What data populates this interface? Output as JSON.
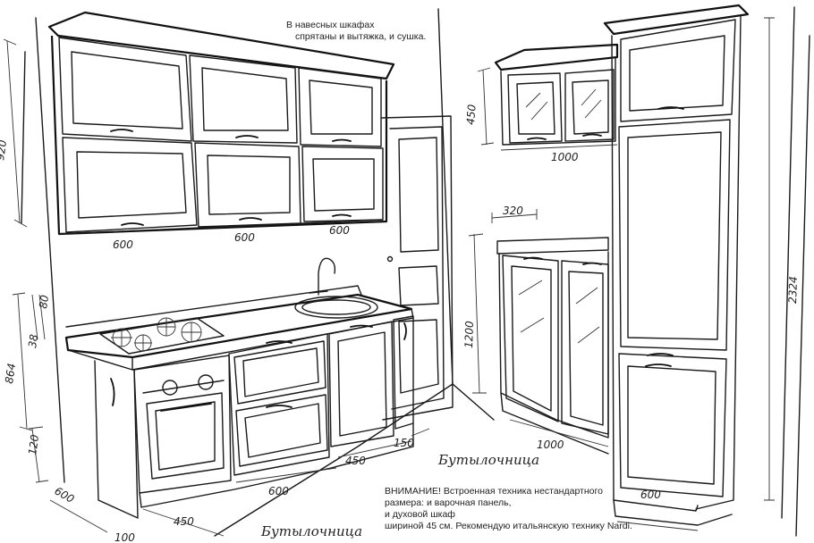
{
  "note_top": {
    "line1": "В навесных шкафах",
    "line2": "спрятаны и вытяжка, и сушка."
  },
  "note_bottom": {
    "line1": "ВНИМАНИЕ! Встроенная техника нестандартного",
    "line2": "размера: и варочная панель,",
    "line3": "и духовой шкаф",
    "line4": "шириной 45 см. Рекомендую итальянскую технику Nardi."
  },
  "handwritten": {
    "bottle_rack_1": "Бутылочница",
    "bottle_rack_2": "Бутылочница"
  },
  "dimensions": {
    "upper_left_height": "920",
    "upper_cab_1": "600",
    "upper_cab_2": "600",
    "upper_cab_3": "600",
    "base_height": "864",
    "countertop_thickness": "38",
    "backsplash": "80",
    "plinth": "120",
    "base_depth": "600",
    "oven_width": "450",
    "sink_cab_width": "600",
    "right_cab_width": "450",
    "bottle_rack_width": "150",
    "corner_end": "100",
    "right_upper_height": "450",
    "right_upper_width": "1000",
    "shelf_depth": "320",
    "glass_cab_height": "1200",
    "glass_cab_width": "1000",
    "column_depth": "600",
    "column_height": "2324"
  }
}
